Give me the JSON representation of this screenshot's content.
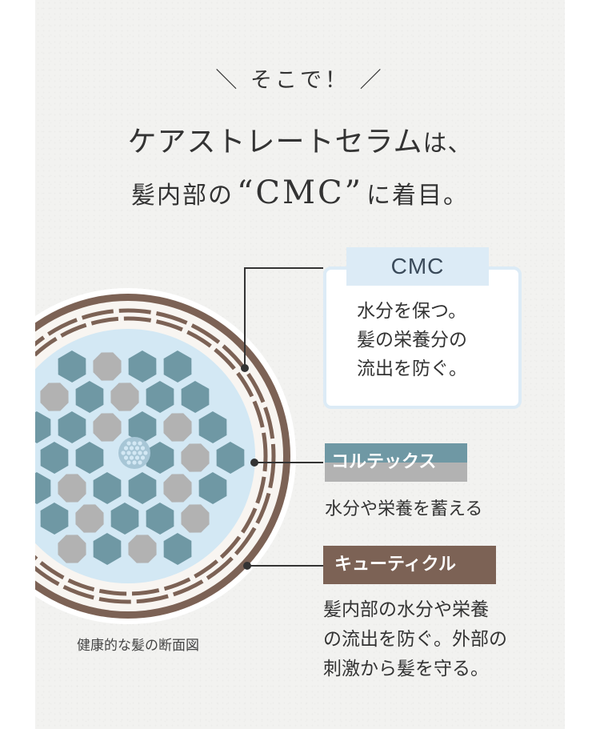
{
  "intro": "＼ そこで！ ／",
  "headline": {
    "main": "ケアストレートセラム",
    "particle": "は、"
  },
  "subline": {
    "prefix": "髪内部の",
    "cmc": "“CMC”",
    "suffix": "に着目。"
  },
  "cmc_box": {
    "tag": "CMC",
    "lines": [
      "水分を保つ。",
      "髪の栄養分の",
      "流出を防ぐ。"
    ]
  },
  "cortex": {
    "tag": "コルテックス",
    "desc": "水分や栄養を蓄える"
  },
  "cuticle": {
    "tag": "キューティクル",
    "lines": [
      "髪内部の水分や栄養",
      "の流出を防ぐ。外部の",
      "刺激から髪を守る。"
    ]
  },
  "caption": "健康的な髪の断面図",
  "colors": {
    "panel": "#f2f2f0",
    "cuticle_brown": "#7c6255",
    "cortex_teal": "#6f98a4",
    "cmc_blue": "#dcebf6",
    "cell_gray": "#b2b2b2",
    "core_light": "#d3e8f4"
  }
}
